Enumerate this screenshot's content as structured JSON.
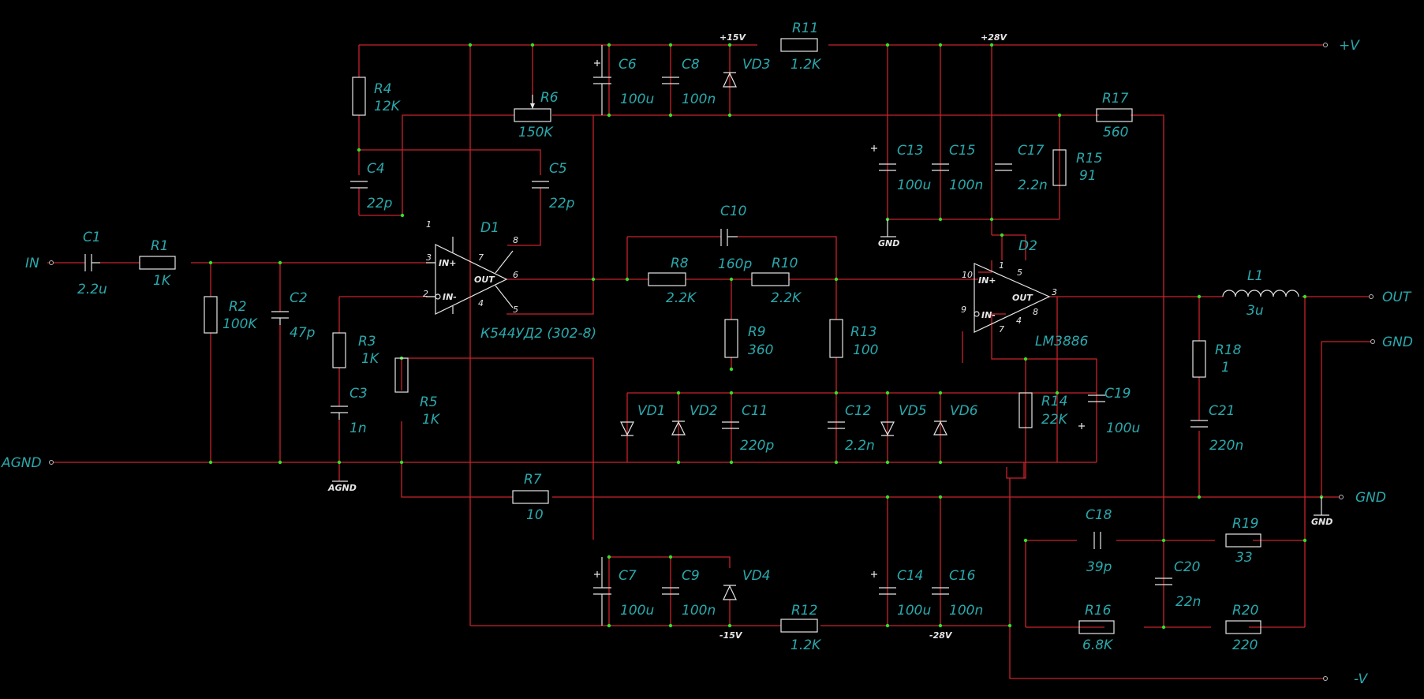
{
  "colors": {
    "background": "#000000",
    "wire": "#c8232c",
    "component": "#e6e6e6",
    "junction": "#33e02a",
    "label": "#2aa9ad"
  },
  "ports": {
    "in": "IN",
    "agnd": "AGND",
    "plus_v": "+V",
    "out": "OUT",
    "gnd_top": "GND",
    "gnd_bottom": "GND",
    "minus_v": "-V"
  },
  "rails": {
    "p15": "+15V",
    "n15": "-15V",
    "p28": "+28V",
    "n28": "-28V"
  },
  "ground_symbols": {
    "agnd": "AGND",
    "gnd_c13": "GND",
    "gnd_right": "GND"
  },
  "components": {
    "c1": {
      "ref": "C1",
      "value": "2.2u"
    },
    "r1": {
      "ref": "R1",
      "value": "1K"
    },
    "r2": {
      "ref": "R2",
      "value": "100K"
    },
    "c2": {
      "ref": "C2",
      "value": "47p"
    },
    "r3": {
      "ref": "R3",
      "value": "1K"
    },
    "c3": {
      "ref": "C3",
      "value": "1n"
    },
    "r4": {
      "ref": "R4",
      "value": "12K"
    },
    "c4": {
      "ref": "C4",
      "value": "22p"
    },
    "r5": {
      "ref": "R5",
      "value": "1K"
    },
    "r6": {
      "ref": "R6",
      "value": "150K"
    },
    "c5": {
      "ref": "C5",
      "value": "22p"
    },
    "d1": {
      "ref": "D1",
      "value": "К544УД2 (302-8)"
    },
    "c6": {
      "ref": "C6",
      "value": "100u"
    },
    "c8": {
      "ref": "C8",
      "value": "100n"
    },
    "vd3": {
      "ref": "VD3"
    },
    "r11": {
      "ref": "R11",
      "value": "1.2K"
    },
    "r7": {
      "ref": "R7",
      "value": "10"
    },
    "c7": {
      "ref": "C7",
      "value": "100u"
    },
    "c9": {
      "ref": "C9",
      "value": "100n"
    },
    "vd4": {
      "ref": "VD4"
    },
    "r12": {
      "ref": "R12",
      "value": "1.2K"
    },
    "c10": {
      "ref": "C10",
      "value": "160p"
    },
    "r8": {
      "ref": "R8",
      "value": "2.2K"
    },
    "r10": {
      "ref": "R10",
      "value": "2.2K"
    },
    "r9": {
      "ref": "R9",
      "value": "360"
    },
    "r13": {
      "ref": "R13",
      "value": "100"
    },
    "vd1": {
      "ref": "VD1"
    },
    "vd2": {
      "ref": "VD2"
    },
    "c11": {
      "ref": "C11",
      "value": "220p"
    },
    "c12": {
      "ref": "C12",
      "value": "2.2n"
    },
    "vd5": {
      "ref": "VD5"
    },
    "vd6": {
      "ref": "VD6"
    },
    "c13": {
      "ref": "C13",
      "value": "100u"
    },
    "c15": {
      "ref": "C15",
      "value": "100n"
    },
    "c17": {
      "ref": "C17",
      "value": "2.2n"
    },
    "r15": {
      "ref": "R15",
      "value": "91"
    },
    "r17": {
      "ref": "R17",
      "value": "560"
    },
    "d2": {
      "ref": "D2",
      "value": "LM3886"
    },
    "r14": {
      "ref": "R14",
      "value": "22K"
    },
    "c19": {
      "ref": "C19",
      "value": "100u"
    },
    "l1": {
      "ref": "L1",
      "value": "3u"
    },
    "r18": {
      "ref": "R18",
      "value": "1"
    },
    "c21": {
      "ref": "C21",
      "value": "220n"
    },
    "c14": {
      "ref": "C14",
      "value": "100u"
    },
    "c16": {
      "ref": "C16",
      "value": "100n"
    },
    "c18": {
      "ref": "C18",
      "value": "39p"
    },
    "r19": {
      "ref": "R19",
      "value": "33"
    },
    "c20": {
      "ref": "C20",
      "value": "22n"
    },
    "r16": {
      "ref": "R16",
      "value": "6.8K"
    },
    "r20": {
      "ref": "R20",
      "value": "220"
    }
  },
  "opamp1": {
    "pin_in_plus": "IN+",
    "pin_in_minus": "IN-",
    "pin_out": "OUT",
    "p1": "1",
    "p2": "2",
    "p3": "3",
    "p4": "4",
    "p5": "5",
    "p6": "6",
    "p7": "7",
    "p8": "8"
  },
  "opamp2": {
    "pin_in_plus": "IN+",
    "pin_in_minus": "IN-",
    "pin_out": "OUT",
    "p1": "1",
    "p3": "3",
    "p4": "4",
    "p5": "5",
    "p7": "7",
    "p8": "8",
    "p9": "9",
    "p10": "10"
  }
}
